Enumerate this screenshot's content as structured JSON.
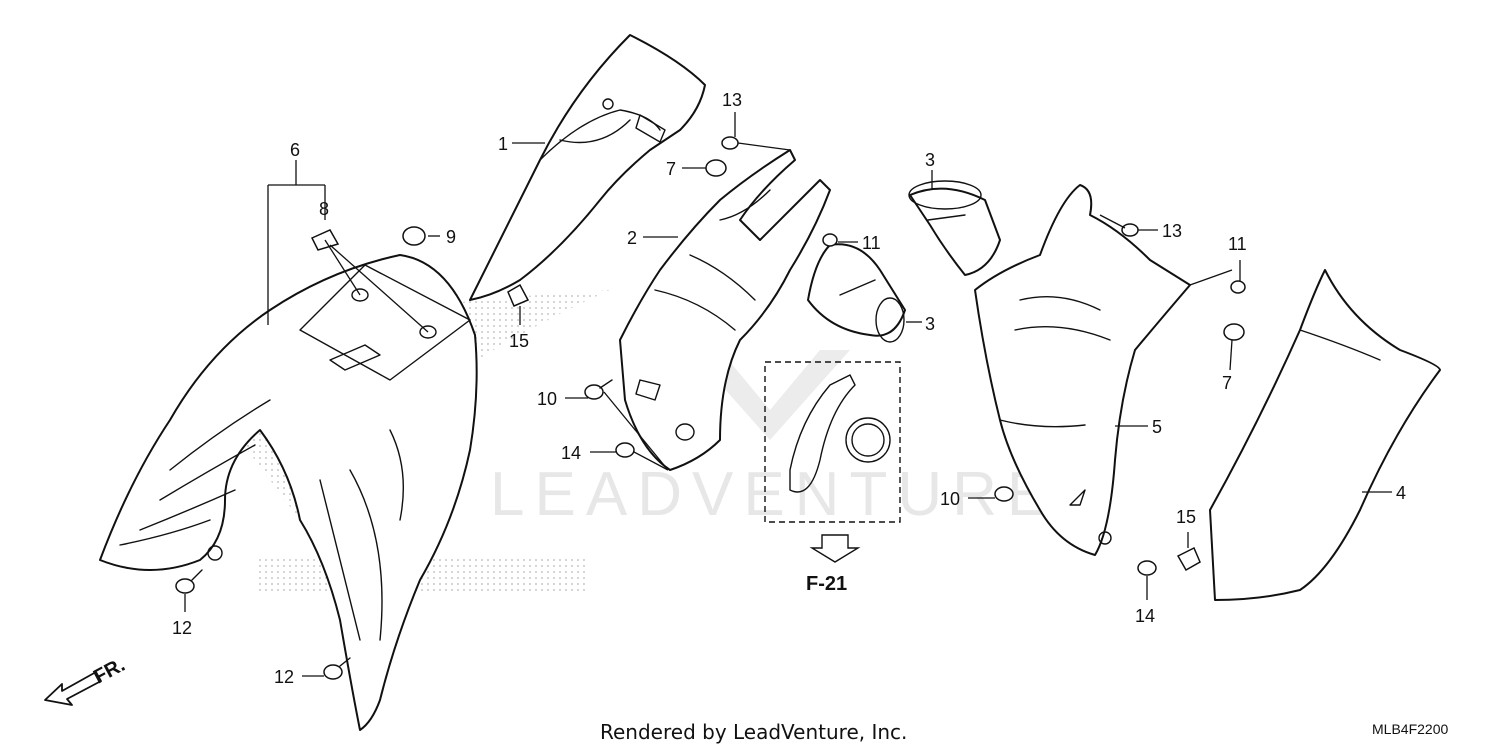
{
  "watermark": "LEADVENTURE",
  "footer": {
    "credit": "Rendered by LeadVenture, Inc.",
    "diagram_code": "MLB4F2200"
  },
  "orientation": {
    "front_label": "FR."
  },
  "reference": {
    "label": "F-21"
  },
  "callouts": [
    {
      "id": "c1",
      "text": "1"
    },
    {
      "id": "c2",
      "text": "2"
    },
    {
      "id": "c3a",
      "text": "3"
    },
    {
      "id": "c3b",
      "text": "3"
    },
    {
      "id": "c4",
      "text": "4"
    },
    {
      "id": "c5",
      "text": "5"
    },
    {
      "id": "c6",
      "text": "6"
    },
    {
      "id": "c7a",
      "text": "7"
    },
    {
      "id": "c7b",
      "text": "7"
    },
    {
      "id": "c8",
      "text": "8"
    },
    {
      "id": "c9",
      "text": "9"
    },
    {
      "id": "c10a",
      "text": "10"
    },
    {
      "id": "c10b",
      "text": "10"
    },
    {
      "id": "c11a",
      "text": "11"
    },
    {
      "id": "c11b",
      "text": "11"
    },
    {
      "id": "c12a",
      "text": "12"
    },
    {
      "id": "c12b",
      "text": "12"
    },
    {
      "id": "c13a",
      "text": "13"
    },
    {
      "id": "c13b",
      "text": "13"
    },
    {
      "id": "c14a",
      "text": "14"
    },
    {
      "id": "c14b",
      "text": "14"
    },
    {
      "id": "c15a",
      "text": "15"
    },
    {
      "id": "c15b",
      "text": "15"
    }
  ]
}
